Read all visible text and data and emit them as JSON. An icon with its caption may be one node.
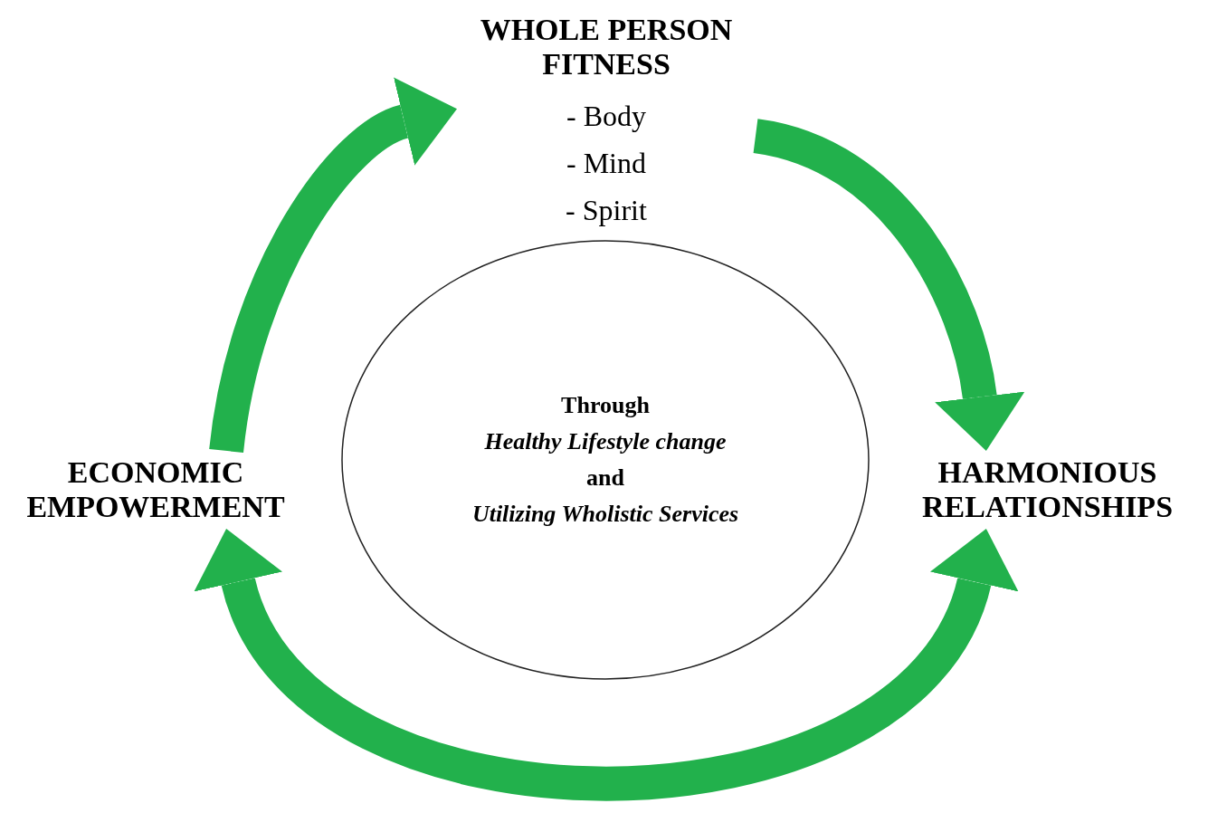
{
  "diagram": {
    "nodes": [
      {
        "text": [
          "WHOLE PERSON FITNESS",
          "- Body",
          "- Mind",
          "- Spirit"
        ]
      },
      {
        "text": [
          "HARMONIOUS RELATIONSHIPS"
        ]
      },
      {
        "text": [
          "ECONOMIC EMPOWERMENT"
        ]
      },
      {
        "text": [
          "Through",
          "Healthy Lifestyle change",
          "and",
          "Utilizing Wholistic Services"
        ]
      }
    ],
    "edges": [
      {
        "from": 0,
        "to": 1,
        "arrow": "to"
      },
      {
        "from": 1,
        "to": 2,
        "arrow": "both"
      },
      {
        "from": 2,
        "to": 0,
        "arrow": "to"
      }
    ]
  }
}
